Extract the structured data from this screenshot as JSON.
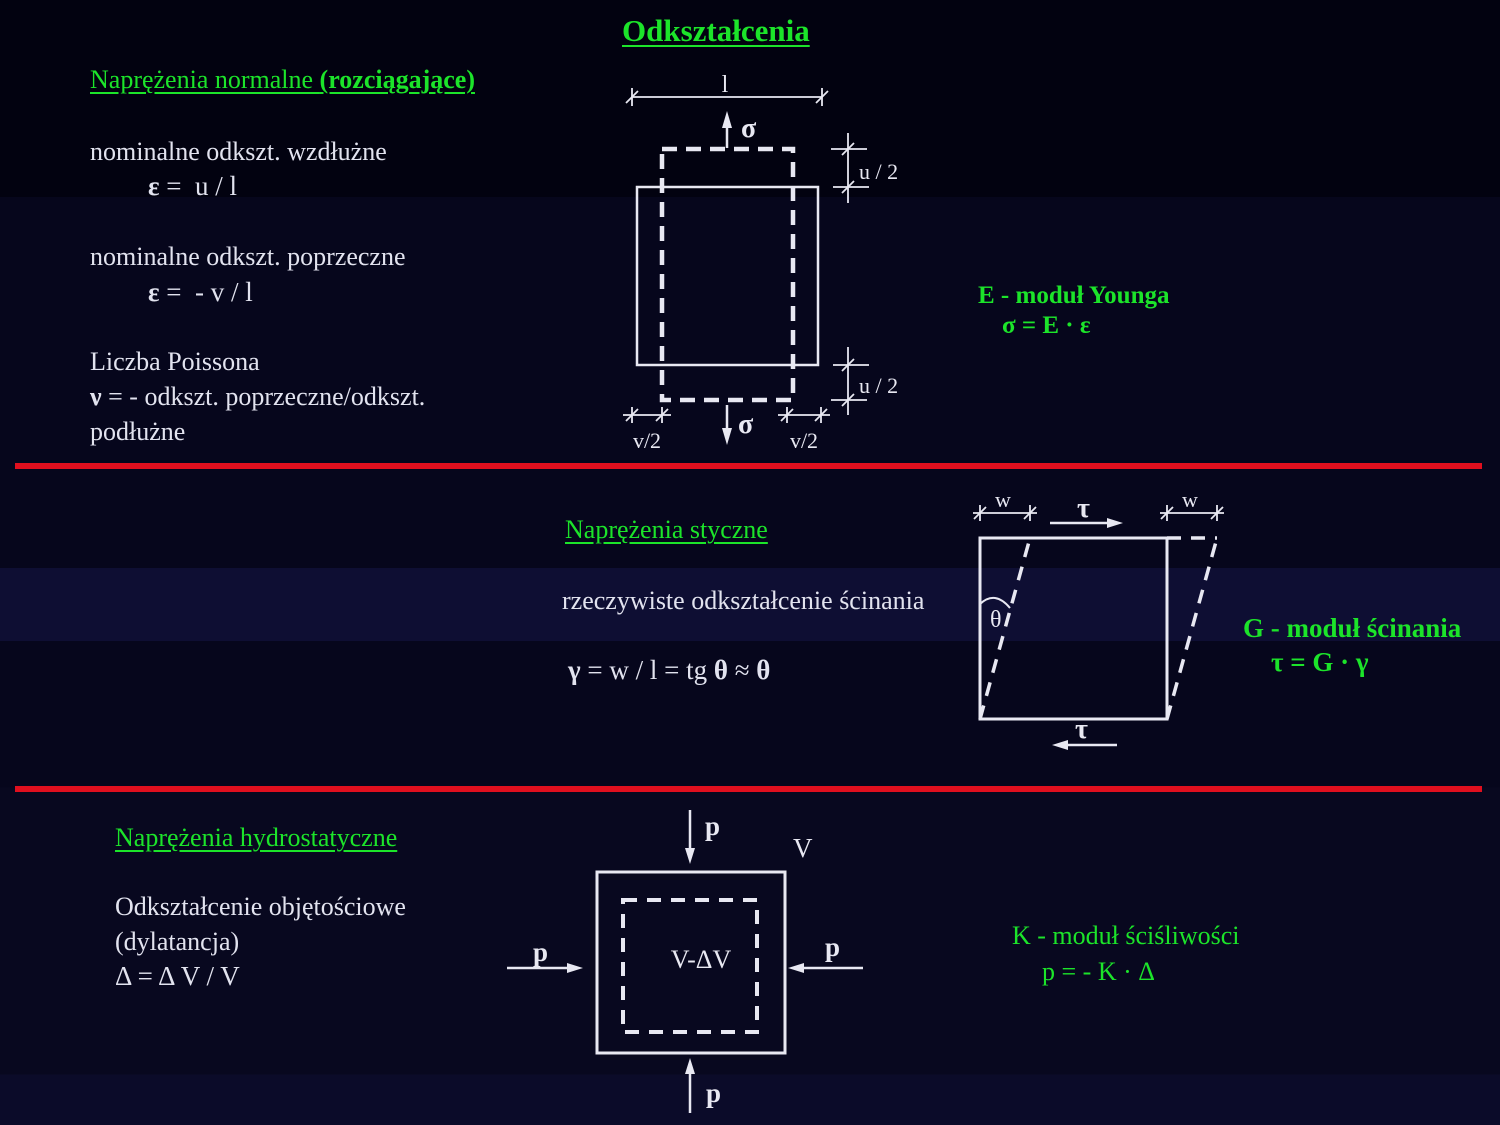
{
  "slide": {
    "title": "Odkształcenia",
    "colors": {
      "accent_green": "#1ce42a",
      "divider_red": "#e00f1e",
      "text_white": "#e2e3ef",
      "background_navy": "#07071d"
    },
    "normal": {
      "heading_main": "Naprężenia normalne ",
      "heading_paren": "(rozciągające)",
      "line_longitudinal": "nominalne odkszt. wzdłużne",
      "formula_longitudinal_sym": "ε",
      "formula_longitudinal_rest": " =  u / l",
      "line_transverse": "nominalne odkszt. poprzeczne",
      "formula_transverse_sym": "ε",
      "formula_transverse_rest": " =  - v / l",
      "poisson_title": "Liczba Poissona",
      "poisson_sym": "ν",
      "poisson_rest": " = - odkszt. poprzeczne/odkszt.",
      "poisson_cont": "podłużne",
      "modulus_label": "E - moduł Younga",
      "modulus_formula": "σ = E · ε",
      "diagram": {
        "dim_length": "l",
        "sigma_top": "σ",
        "sigma_bottom": "σ",
        "u_half_top": "u / 2",
        "u_half_bottom": "u / 2",
        "v_half_left": "v/2",
        "v_half_right": "v/2"
      }
    },
    "shear": {
      "heading": "Naprężenia styczne",
      "line_real": "rzeczywiste odkształcenie ścinania",
      "formula_p1": "γ",
      "formula_p2": " = w / l = tg ",
      "formula_p3": "θ",
      "formula_p4": " ≈ ",
      "formula_p5": "θ",
      "modulus_label": "G - moduł ścinania",
      "modulus_formula": "τ = G · γ",
      "diagram": {
        "w_left": "w",
        "w_right": "w",
        "tau_top": "τ",
        "tau_bottom": "τ",
        "theta": "θ"
      }
    },
    "hydro": {
      "heading": "Naprężenia hydrostatyczne",
      "line_volumetric": "Odkształcenie objętościowe",
      "line_dilatancy": "(dylatancja)",
      "formula": "Δ = Δ V / V",
      "modulus_label": "K - moduł ściśliwości",
      "modulus_formula": "p = - K · Δ",
      "diagram": {
        "volume": "V",
        "volume_reduced": "V-ΔV",
        "p_top": "p",
        "p_bottom": "p",
        "p_left": "p",
        "p_right": "p"
      }
    }
  }
}
